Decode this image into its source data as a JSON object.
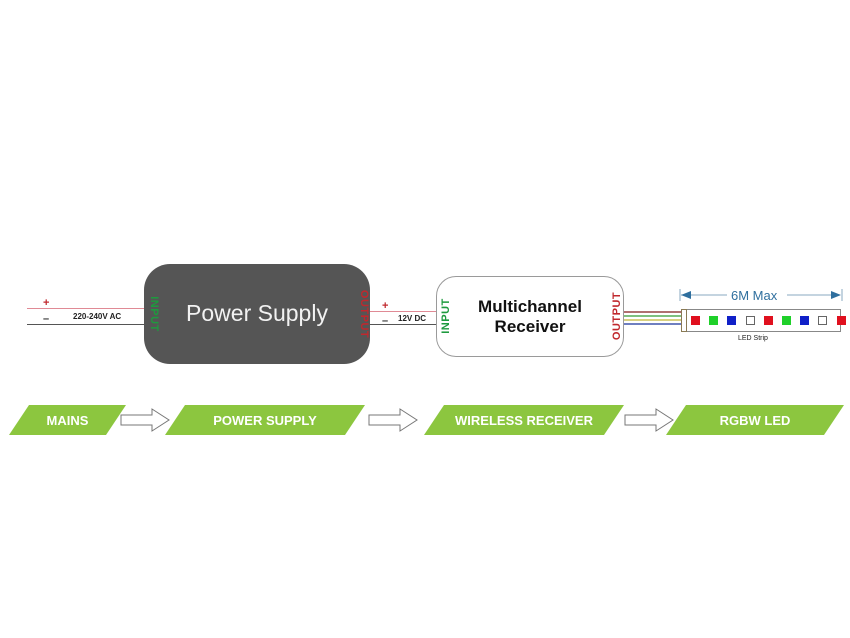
{
  "diagram": {
    "mains_input": {
      "plus": "+",
      "minus": "–",
      "voltage": "220-240V AC"
    },
    "power_supply": {
      "title": "Power Supply",
      "input_label": "INPUT",
      "output_label": "OUTPUT"
    },
    "dc_link": {
      "plus": "+",
      "minus": "–",
      "voltage": "12V DC"
    },
    "receiver": {
      "title_line1": "Multichannel",
      "title_line2": "Receiver",
      "input_label": "INPUT",
      "output_label": "OUTPUT"
    },
    "output_wires": [
      "#b07070",
      "#7fc07f",
      "#d8d080",
      "#6f7fc0"
    ],
    "led_strip": {
      "length_label": "6M Max",
      "label": "LED Strip",
      "leds": [
        "red",
        "green",
        "blue",
        "white",
        "red",
        "green",
        "blue",
        "white",
        "red"
      ]
    },
    "colors": {
      "input_green": "#1e9a3e",
      "output_red": "#c0282d",
      "flow_green": "#8cc63f",
      "psu_fill": "#555555",
      "dim_blue": "#2f6f9e",
      "led_red": "#e0101e",
      "led_green": "#1fd02a",
      "led_blue": "#1020c8"
    }
  },
  "flow": {
    "steps": [
      {
        "label": "MAINS"
      },
      {
        "label": "POWER SUPPLY"
      },
      {
        "label": "WIRELESS RECEIVER"
      },
      {
        "label": "RGBW LED"
      }
    ]
  }
}
